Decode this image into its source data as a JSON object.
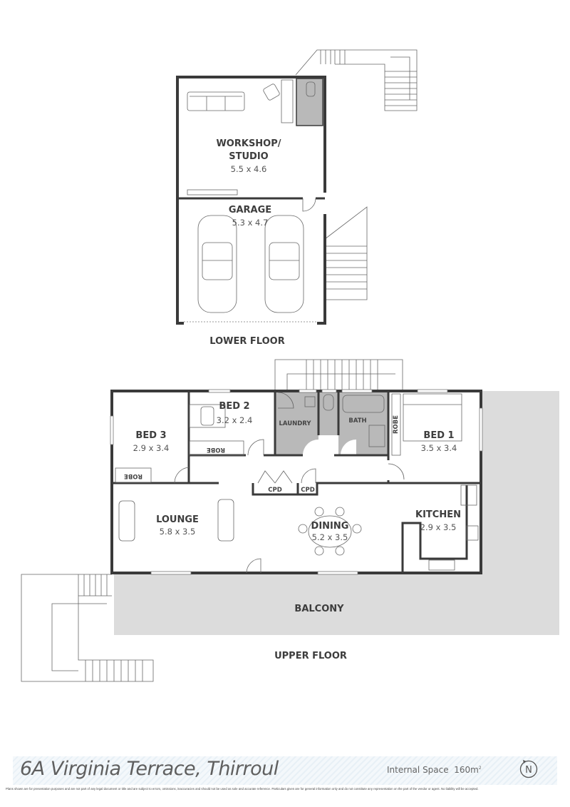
{
  "lower_floor": {
    "title": "LOWER FLOOR",
    "rooms": [
      {
        "name_line1": "WORKSHOP/",
        "name_line2": "STUDIO",
        "size": "5.5 x 4.6"
      },
      {
        "name": "GARAGE",
        "size": "5.3 x 4.7"
      }
    ]
  },
  "upper_floor": {
    "title": "UPPER FLOOR",
    "rooms": {
      "bed3": {
        "name": "BED 3",
        "size": "2.9 x 3.4"
      },
      "bed2": {
        "name": "BED 2",
        "size": "3.2 x 2.4"
      },
      "laundry": {
        "name": "LAUNDRY"
      },
      "bath": {
        "name": "BATH"
      },
      "bed1": {
        "name": "BED 1",
        "size": "3.5 x 3.4"
      },
      "lounge": {
        "name": "LOUNGE",
        "size": "5.8 x 3.5"
      },
      "dining": {
        "name": "DINING",
        "size": "5.2 x 3.5"
      },
      "kitchen": {
        "name": "KITCHEN",
        "size": "2.9 x 3.5"
      },
      "balcony": {
        "name": "BALCONY"
      }
    },
    "robe_labels": [
      "ROBE",
      "ROBE",
      "ROBE"
    ],
    "cpd_labels": [
      "CPD",
      "CPD"
    ]
  },
  "footer": {
    "address": "6A Virginia Terrace, Thirroul",
    "internal_space_label": "Internal Space",
    "internal_space_value": "160m",
    "internal_space_unit_sup": "2",
    "compass_letter": "N",
    "disclaimer": "Plans shown are for presentation purposes and are not part of any legal document or title and are subject to errors, omissions, inaccuracies and should not be used as sole and accurate reference. Particulars given are for general information only and do not constitute any representation on the part of the vendor or agent. No liability will be accepted."
  },
  "colors": {
    "wall": "#3a3a3a",
    "wet_area": "#b9b9b9",
    "balcony": "#dcdcdc"
  }
}
